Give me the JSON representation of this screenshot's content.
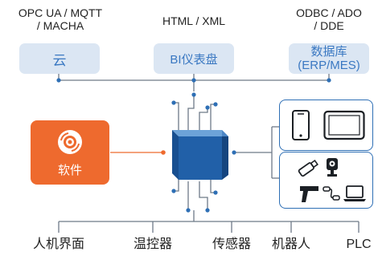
{
  "top_sources": [
    {
      "protocol_line1": "OPC UA / MQTT",
      "protocol_line2": "/ MACHA",
      "pill_label": "云"
    },
    {
      "protocol_line1": "HTML / XML",
      "pill_label": "BI仪表盘"
    },
    {
      "protocol_line1": "ODBC / ADO",
      "protocol_line2": "/ DDE",
      "pill_label_line1": "数据库",
      "pill_label_line2": "(ERP/MES)"
    }
  ],
  "software": {
    "label": "软件",
    "icon": "software-disc-icon"
  },
  "hub": {
    "icon": "data-hub-cube-icon"
  },
  "devices": {
    "screens": [
      "smartphone-icon",
      "tablet-icon"
    ],
    "peripherals": [
      "usb-drive-icon",
      "webcam-icon",
      "barcode-scanner-icon",
      "usb-cable-icon",
      "laptop-icon"
    ]
  },
  "bottom_targets": [
    "人机界面",
    "温控器",
    "传感器",
    "机器人",
    "PLC"
  ],
  "colors": {
    "accent_blue": "#2e6fb5",
    "pill_bg": "#dbe6f3",
    "pill_text": "#3a78c2",
    "software_orange": "#ee6a2e",
    "line_gray": "#6e7a88"
  }
}
